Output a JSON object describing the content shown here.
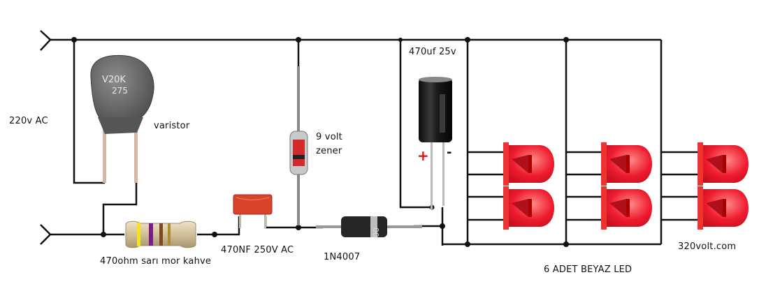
{
  "labels": {
    "ac_input": "220v AC",
    "varistor": "varistor",
    "zener_line1": "9 volt",
    "zener_line2": "zener",
    "cap_elec": "470uf 25v",
    "resistor": "470ohm sarı mor kahve",
    "cap_film": "470NF 250V AC",
    "diode": "1N4007",
    "leds": "6 ADET BEYAZ LED",
    "site": "320volt.com",
    "plus": "+",
    "minus": "-"
  },
  "markings": {
    "varistor_line1": "V20K",
    "varistor_line2": "275",
    "diode_band": "00"
  },
  "colors": {
    "wire": "#111111",
    "varistor_body": "#6f6f6f",
    "film_cap": "#d8432c",
    "led_red": "#ee1b2e",
    "zener_red": "#d42a2a",
    "cap_body": "#1c1c1c",
    "resistor_body": "#d9c9a8",
    "plus_red": "#e01010"
  },
  "led_count": 6
}
